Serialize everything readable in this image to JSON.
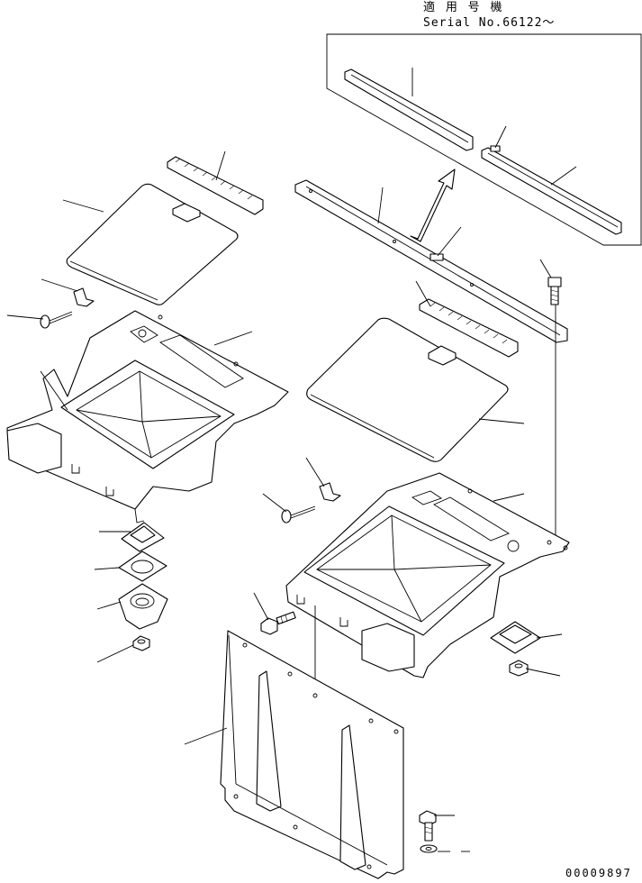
{
  "applicability": {
    "heading": "適 用 号 機",
    "serial": "Serial No.66122～"
  },
  "drawing_number": "00009897"
}
